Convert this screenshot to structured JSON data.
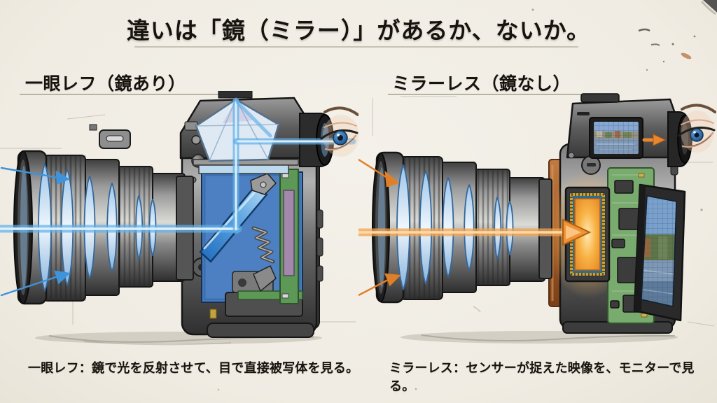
{
  "page": {
    "title": "違いは「鏡（ミラー）」があるか、ないか。",
    "background_color": "#f1ede4",
    "ink_color": "#17140f"
  },
  "dslr_panel": {
    "heading": "一眼レフ（鏡あり）",
    "caption": "一眼レフ：鏡で光を反射させて、目で直接被写体を見る。",
    "light_color": "#4aa0e4"
  },
  "mirrorless_panel": {
    "heading": "ミラーレス（鏡なし）",
    "caption": "ミラーレス：センサーが捉えた映像を、モニターで見る。",
    "light_color": "#e8872e"
  },
  "palette": {
    "mirror_blue": "#2f7fd0",
    "pentaprism_blue": "#dfe9f3",
    "pcb_green": "#6aa062",
    "sensor_orange": "#f49d33",
    "underline_gray": "#c8c2b4",
    "eye_iris_blue": "#2e6cab"
  }
}
